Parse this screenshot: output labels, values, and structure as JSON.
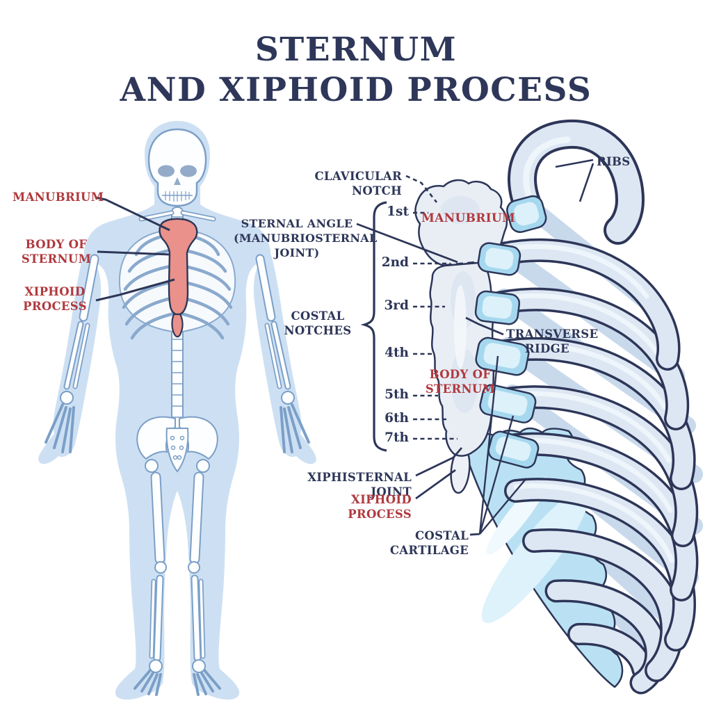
{
  "title": {
    "line1": "STERNUM",
    "line2": "AND XIPHOID PROCESS"
  },
  "palette": {
    "navy_text_and_lines": "#2d3658",
    "red_text": "#b0393e",
    "body_silhouette": "#cde0f3",
    "bone_outline": "#7b9fc7",
    "rib_fill": "#dde7f3",
    "rib_shadow": "#c9d9ec",
    "cartilage": "#a5d8ef",
    "cartilage_light": "#dcf1fa",
    "sternum_fill": "#e9eef5",
    "sternum_highlight_salmon": "#e9918a"
  },
  "left_figure": {
    "description": "full human skeleton, front view, sternum highlighted in salmon",
    "labels": {
      "manubrium": "MANUBRIUM",
      "body_of_sternum": "BODY OF STERNUM",
      "xiphoid_process": "XIPHOID PROCESS"
    }
  },
  "right_figure": {
    "description": "lateral detail of sternum, ribs and costal cartilage",
    "labels": {
      "clavicular_notch": "CLAVICULAR NOTCH",
      "ribs": "RIBS",
      "manubrium": "MANUBRIUM",
      "sternal_angle": "STERNAL ANGLE (MANUBRIOSTERNAL JOINT)",
      "costal_notches": "COSTAL NOTCHES",
      "transverse_ridge": "TRANSVERSE RIDGE",
      "body_of_sternum": "BODY OF STERNUM",
      "xiphisternal_joint": "XIPHISTERNAL JOINT",
      "xiphoid_process": "XIPHOID PROCESS",
      "costal_cartilage": "COSTAL CARTILAGE"
    },
    "costal_notch_ticks": [
      "1st",
      "2nd",
      "3rd",
      "4th",
      "5th",
      "6th",
      "7th"
    ]
  }
}
